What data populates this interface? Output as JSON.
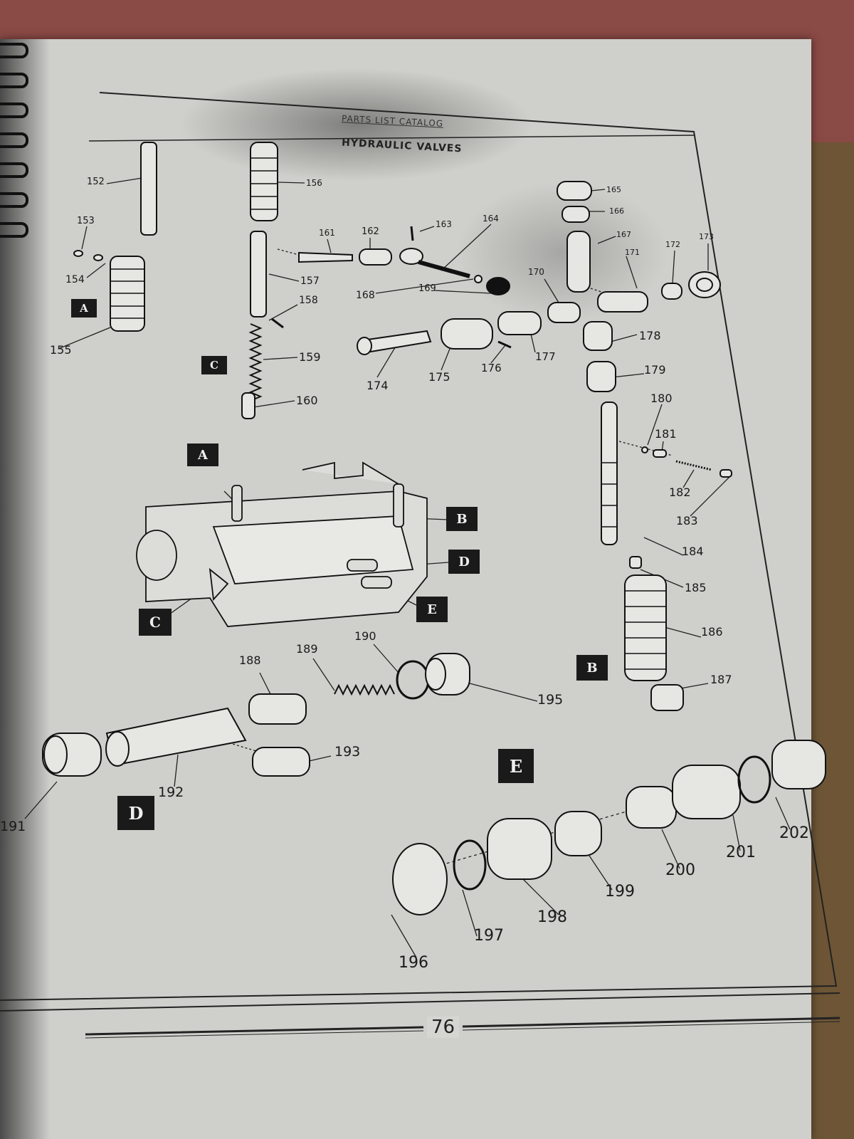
{
  "header": {
    "running_title": "PARTS LIST CATALOG",
    "section_title": "HYDRAULIC VALVES"
  },
  "page_number": "76",
  "section_boxes": {
    "a_top": "A",
    "c_top": "C",
    "a_mid": "A",
    "b_mid": "B",
    "d_mid": "D",
    "e_mid": "E",
    "c_mid": "C",
    "b_right": "B",
    "d_bottom": "D",
    "e_bottom": "E"
  },
  "callouts": {
    "n152": "152",
    "n153": "153",
    "n154": "154",
    "n155": "155",
    "n156": "156",
    "n157": "157",
    "n158": "158",
    "n159": "159",
    "n160": "160",
    "n161": "161",
    "n162": "162",
    "n163": "163",
    "n164": "164",
    "n165": "165",
    "n166": "166",
    "n167": "167",
    "n168": "168",
    "n169": "169",
    "n170": "170",
    "n171": "171",
    "n172": "172",
    "n173": "173",
    "n174": "174",
    "n175": "175",
    "n176": "176",
    "n177": "177",
    "n178": "178",
    "n179": "179",
    "n180": "180",
    "n181": "181",
    "n182": "182",
    "n183": "183",
    "n184": "184",
    "n185": "185",
    "n186": "186",
    "n187": "187",
    "n188": "188",
    "n189": "189",
    "n190": "190",
    "n191": "191",
    "n192": "192",
    "n193": "193",
    "n195": "195",
    "n196": "196",
    "n197": "197",
    "n198": "198",
    "n199": "199",
    "n200": "200",
    "n201": "201",
    "n202": "202"
  }
}
